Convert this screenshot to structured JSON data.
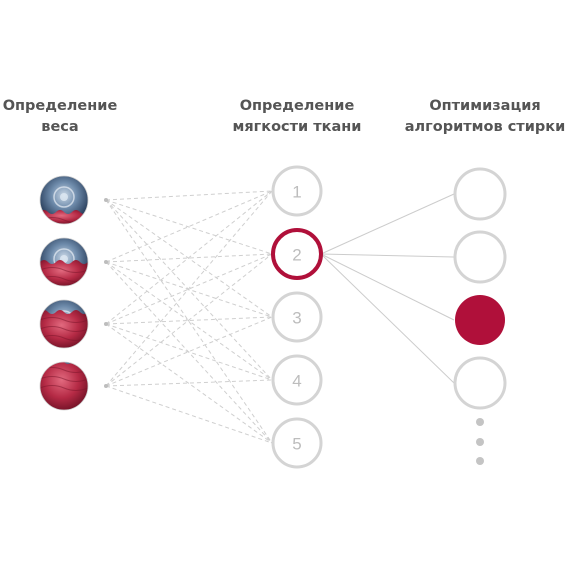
{
  "columns": {
    "weight": {
      "title": "Определение\nвеса"
    },
    "softness": {
      "title": "Определение\nмягкости ткани"
    },
    "optimization": {
      "title": "Оптимизация\nалгоритмов стирки"
    }
  },
  "weight_inputs": [
    {
      "name": "drum-load-1",
      "fill_level": 0.25
    },
    {
      "name": "drum-load-2",
      "fill_level": 0.5
    },
    {
      "name": "drum-load-3",
      "fill_level": 0.75
    },
    {
      "name": "drum-load-4",
      "fill_level": 1.0
    }
  ],
  "softness_nodes": [
    {
      "label": "1",
      "active": false
    },
    {
      "label": "2",
      "active": true
    },
    {
      "label": "3",
      "active": false
    },
    {
      "label": "4",
      "active": false
    },
    {
      "label": "5",
      "active": false
    }
  ],
  "optimization_nodes": [
    {
      "active": false
    },
    {
      "active": false
    },
    {
      "active": true
    },
    {
      "active": false
    }
  ],
  "colors": {
    "accent": "#b0103a",
    "node_outline": "#d4d4d4",
    "dashed_line": "#cfcfcf",
    "solid_line": "#cccccc",
    "title_text": "#555555",
    "dots": "#c4c4c4",
    "fabric": "#b52a45",
    "drum_metal": "#3f5f85"
  }
}
